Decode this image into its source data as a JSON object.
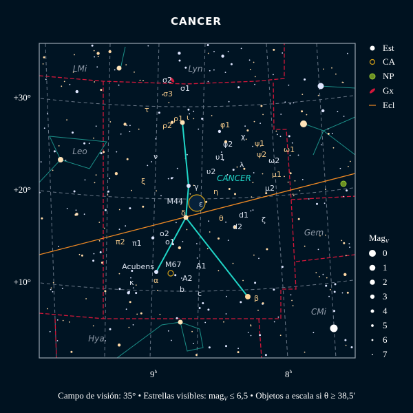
{
  "title": "CANCER",
  "constellation_label": "CANCER",
  "neighbors": {
    "lmi": "LMi",
    "lyn": "Lyn",
    "leo": "Leo",
    "gem": "Gem",
    "cmi": "CMi",
    "hya": "Hya"
  },
  "axes": {
    "dec": [
      "+30°",
      "+20°",
      "+10°"
    ],
    "ra": [
      "9",
      "8"
    ],
    "ra_unit": "h"
  },
  "stars": {
    "sigma2": "σ2",
    "sigma1": "σ1",
    "sigma3": "σ3",
    "tau": "τ",
    "rho2": "ρ2",
    "rho1": "ρ1",
    "iota": "ι",
    "phi1": "φ1",
    "chi": "χ",
    "phi2": "φ2",
    "psi1": "ψ1",
    "psi2": "ψ2",
    "omega1": "ω1",
    "omega2": "ω2",
    "nu": "ν",
    "upsilon1": "υ1",
    "upsilon2": "υ2",
    "lambda": "λ",
    "xi": "ξ",
    "mu1": "μ1",
    "mu2": "μ2",
    "gamma": "γ",
    "eta": "η",
    "epsilon": "ε",
    "delta": "δ",
    "theta": "θ",
    "d1": "d1",
    "d2": "d2",
    "zeta": "ζ",
    "o2": "o2",
    "o1": "o1",
    "pi2": "π2",
    "pi1": "π1",
    "acubens": "Acubens",
    "a1": "A1",
    "a2": "A2",
    "alpha": "α",
    "kappa": "κ",
    "b": "b",
    "c": "c",
    "beta": "β"
  },
  "objects": {
    "m44": "M44",
    "m67": "M67"
  },
  "legend": {
    "items": [
      "Est",
      "CA",
      "NP",
      "Gx",
      "Ecl"
    ],
    "colors": {
      "star": "#ffffff",
      "open_cluster": "#d4a017",
      "planetary_nebula": "#6b8e23",
      "galaxy": "#d2173a",
      "ecliptic": "#f08a24"
    },
    "mag_title": "Mag",
    "mag_sub": "V",
    "mags": [
      "0",
      "1",
      "2",
      "3",
      "4",
      "5",
      "6",
      "7"
    ]
  },
  "footer": {
    "fov": "Campo de visión: 35°",
    "stars_prefix": "Estrellas visibles: mag",
    "stars_sub": "V",
    "stars_suffix": " ≤ 6,5",
    "objects": "Objetos a escala si θ ≥ 38,5'",
    "sep": "•"
  }
}
